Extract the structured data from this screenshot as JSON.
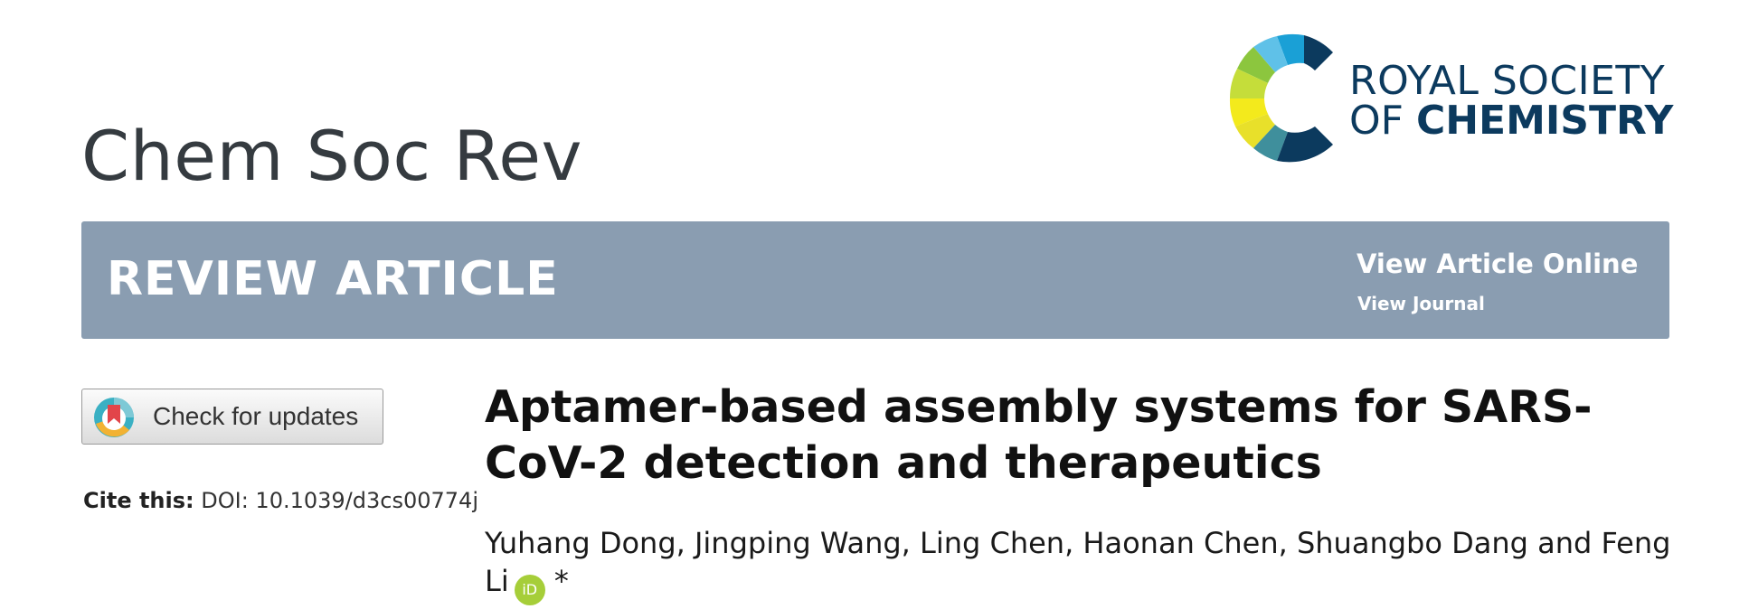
{
  "header": {
    "journal_title": "Chem Soc Rev",
    "publisher": {
      "line1": "ROYAL SOCIETY",
      "line2_prefix": "OF ",
      "line2_bold": "CHEMISTRY",
      "logo_icon": "rsc-logo-icon"
    }
  },
  "banner": {
    "label": "REVIEW ARTICLE",
    "view_article_online": "View Article Online",
    "view_journal": "View Journal",
    "background": "#8a9db1"
  },
  "sidebar": {
    "check_updates_label": "Check for updates",
    "check_updates_icon": "crossmark-icon",
    "cite_label": "Cite this:",
    "cite_doi": "DOI: 10.1039/d3cs00774j"
  },
  "article": {
    "title": "Aptamer-based assembly systems for SARS-CoV-2 detection and therapeutics",
    "authors_text": "Yuhang Dong, Jingping Wang, Ling Chen, Haonan Chen, Shuangbo Dang and Feng Li",
    "orcid_icon": "orcid-icon",
    "orcid_glyph": "iD",
    "corresponding_marker": "*",
    "orcid_color": "#a6ce39"
  }
}
